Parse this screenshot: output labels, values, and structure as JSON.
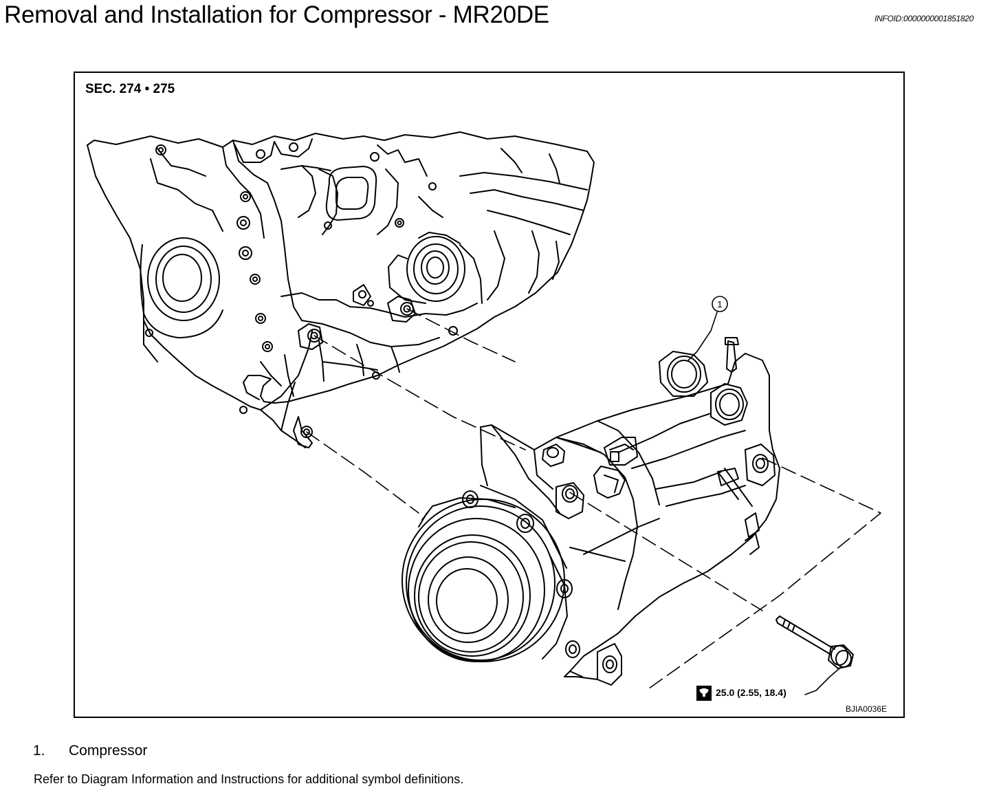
{
  "header": {
    "title": "Removal and Installation for Compressor - MR20DE",
    "info_id": "INFOID:0000000001851820"
  },
  "figure": {
    "section": "SEC. 274 • 275",
    "code": "BJIA0036E",
    "callout_number": "1",
    "torque": {
      "icon": "torque-wrench-icon",
      "value": "25.0 (2.55, 18.4)"
    }
  },
  "legend": [
    {
      "number": "1.",
      "label": "Compressor"
    }
  ],
  "footnote": "Refer to Diagram Information and Instructions for additional symbol definitions."
}
